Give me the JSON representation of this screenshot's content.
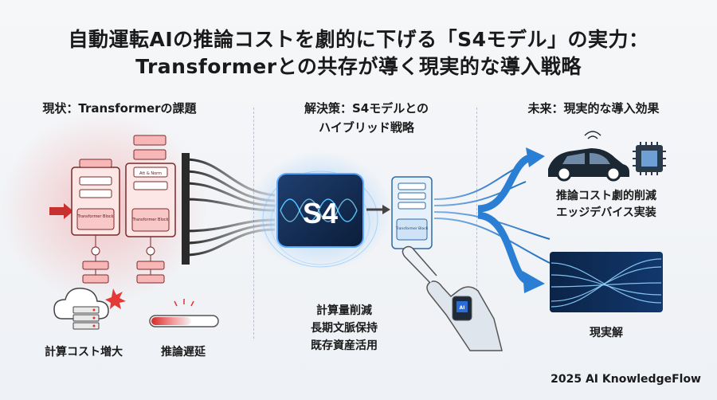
{
  "title_line1": "自動運転AIの推論コストを劇的に下げる「S4モデル」の実力：",
  "title_line2": "Transformerとの共存が導く現実的な導入戦略",
  "left": {
    "heading": "現状：Transformerの課題",
    "block1_label": "Transformer Block",
    "block2_small": "Att & Norm",
    "block2_label": "Transformer Block",
    "cost_label": "計算コスト増大",
    "latency_label": "推論遅延"
  },
  "middle": {
    "heading_line1": "解決策：S4モデルとの",
    "heading_line2": "ハイブリッド戦略",
    "s4_label": "S4",
    "small_block_label": "Transformer Block",
    "benefit1": "計算量削減",
    "benefit2": "長期文脈保持",
    "benefit3": "既存資産活用"
  },
  "right": {
    "heading": "未来：現実的な導入効果",
    "effect1": "推論コスト劇的削減",
    "effect2": "エッジデバイス実装",
    "effect3": "現実解"
  },
  "footer": "2025 AI KnowledgeFlow"
}
